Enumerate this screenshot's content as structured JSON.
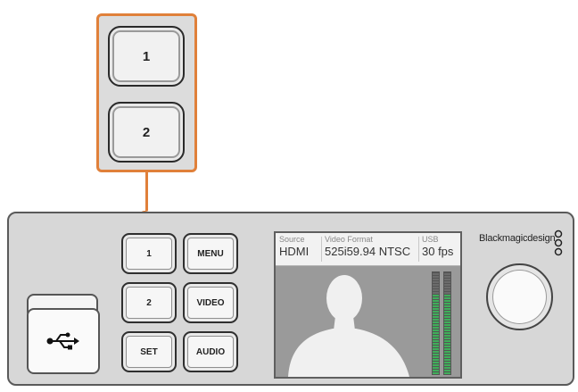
{
  "callout": {
    "button1_label": "1",
    "button2_label": "2",
    "accent_color": "#e0803a"
  },
  "panel": {
    "usb_icon": "usb-icon",
    "buttons": [
      {
        "label": "1"
      },
      {
        "label": "MENU"
      },
      {
        "label": "2"
      },
      {
        "label": "VIDEO"
      },
      {
        "label": "SET"
      },
      {
        "label": "AUDIO"
      }
    ],
    "lcd": {
      "source_label": "Source",
      "source_value": "HDMI",
      "format_label": "Video Format",
      "format_value": "525i59.94 NTSC",
      "usb_label": "USB",
      "usb_value": "30 fps",
      "preview_icon": "person-silhouette",
      "meter_color": "#3fae5a"
    },
    "brand": "Blackmagicdesign",
    "knob_icon": "rotary-knob"
  }
}
